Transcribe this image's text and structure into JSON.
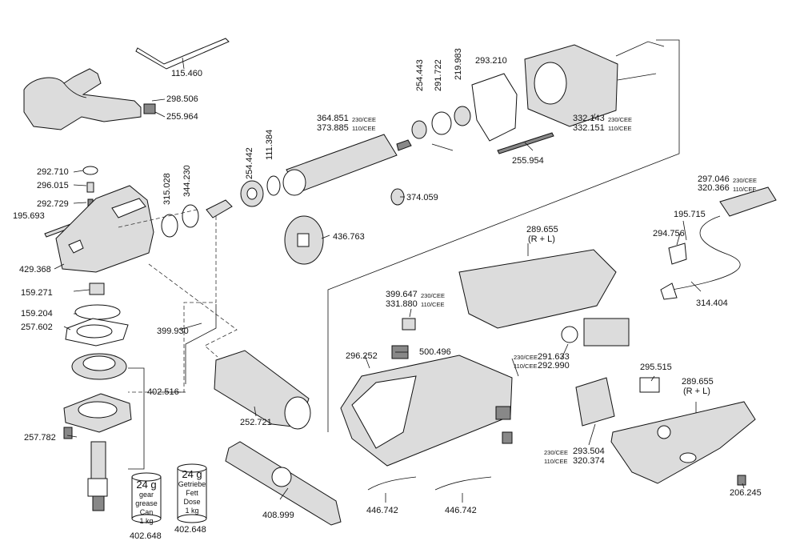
{
  "labels": {
    "p115460": "115.460",
    "p298506": "298.506",
    "p255964": "255.964",
    "p292710": "292.710",
    "p296015": "296.015",
    "p292729": "292.729",
    "p195693": "195.693",
    "p429368": "429.368",
    "p159271": "159.271",
    "p159204": "159.204",
    "p257602": "257.602",
    "p315028": "315.028",
    "p344230": "344.230",
    "p254442": "254.442",
    "p111384": "111.384",
    "p399930": "399.930",
    "p402516": "402.516",
    "p257782": "257.782",
    "p252721": "252.721",
    "p408999": "408.999",
    "p402648a": "402.648",
    "p402648b": "402.648",
    "p364851": "364.851",
    "p373885": "373.885",
    "v230a": "230/CEE",
    "v110a": "110/CEE",
    "p436763": "436.763",
    "p374059": "374.059",
    "p254443": "254.443",
    "p291722": "291.722",
    "p219983": "219.983",
    "p293210": "293.210",
    "p332143": "332.143",
    "p332151": "332.151",
    "v230b": "230/CEE",
    "v110b": "110/CEE",
    "p255954": "255.954",
    "p297046": "297.046",
    "p320366": "320.366",
    "v230c": "230/CEE",
    "v110c": "110/CEE",
    "p195715": "195.715",
    "p294756": "294.756",
    "p314404": "314.404",
    "p289655a": "289.655",
    "rl_a": "(R + L)",
    "p399647": "399.647",
    "p331880": "331.880",
    "v230d": "230/CEE",
    "v110d": "110/CEE",
    "p500496": "500.496",
    "p296252": "296.252",
    "p291633": "291.633",
    "p292990": "292.990",
    "v230e": "230/CEE",
    "v110e": "110/CEE",
    "p295515": "295.515",
    "p289655b": "289.655",
    "rl_b": "(R + L)",
    "p293504": "293.504",
    "p320374": "320.374",
    "v230f": "230/CEE",
    "v110f": "110/CEE",
    "p206245": "206.245",
    "p446742a": "446.742",
    "p446742b": "446.742"
  },
  "cans": {
    "left": {
      "weight": "24 g",
      "line1": "gear",
      "line2": "grease",
      "line3": "Can",
      "line4": "1 kg"
    },
    "right": {
      "weight": "24 g",
      "line1": "Getriebe",
      "line2": "Fett",
      "line3": "Dose",
      "line4": "1 kg"
    }
  }
}
